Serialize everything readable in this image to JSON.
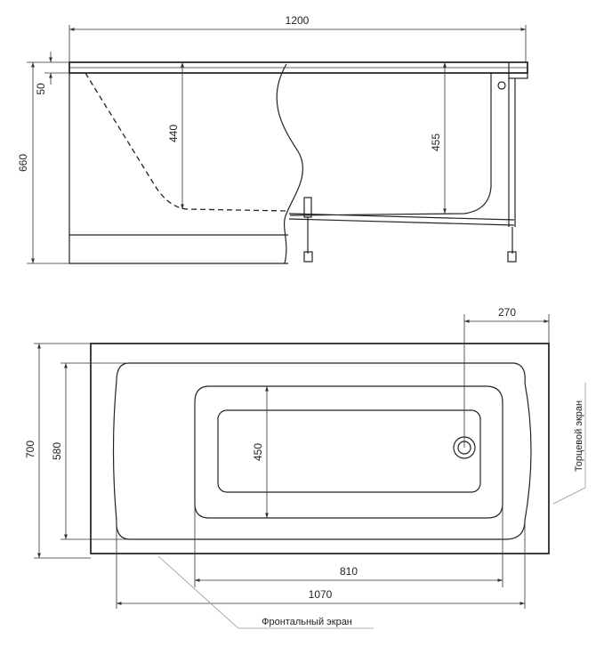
{
  "side_view": {
    "dim_length": "1200",
    "dim_height": "660",
    "dim_rim": "50",
    "dim_depth_dashed": "440",
    "dim_depth_solid": "455"
  },
  "top_view": {
    "dim_drain_offset": "270",
    "dim_width": "700",
    "dim_inner_width": "580",
    "dim_bottom_width": "450",
    "dim_bottom_length": "810",
    "dim_inner_length": "1070",
    "label_end_panel": "Торцевой экран",
    "label_front_panel": "Фронтальный экран"
  }
}
